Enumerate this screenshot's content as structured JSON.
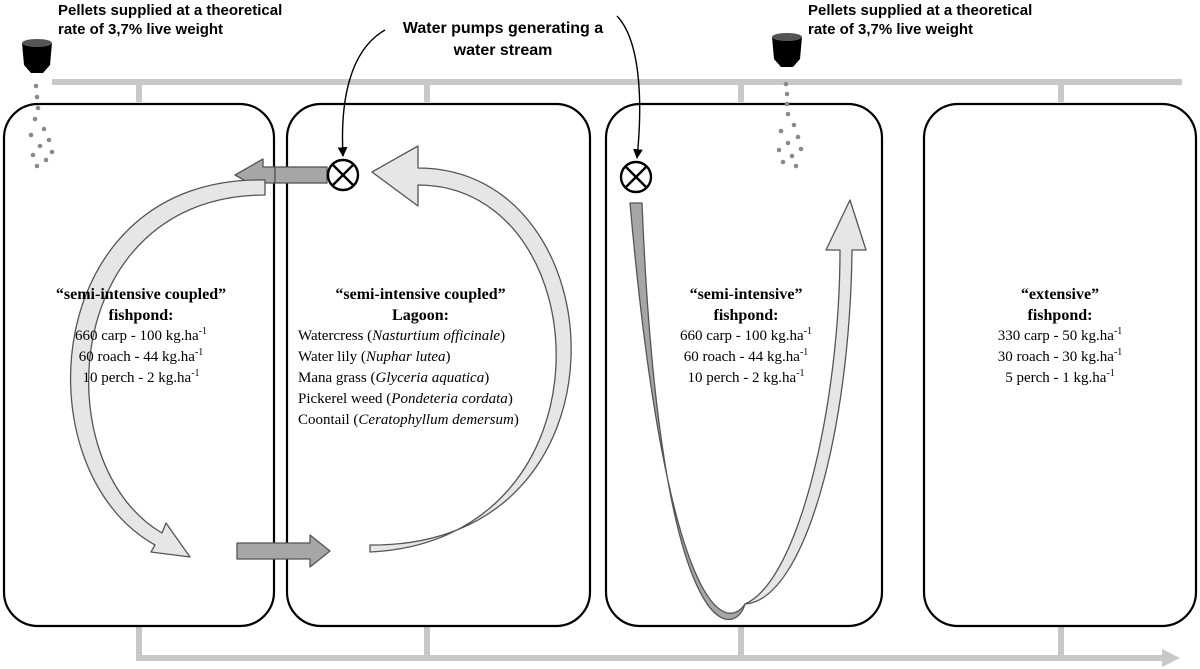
{
  "labels": {
    "pellets_left_line1": "Pellets supplied at a theoretical",
    "pellets_left_line2": "rate of 3,7% live weight",
    "pellets_right_line1": "Pellets supplied at a theoretical",
    "pellets_right_line2": "rate of 3,7% live weight",
    "pumps_line1": "Water pumps generating a",
    "pumps_line2": "water stream"
  },
  "ponds": {
    "coupled_fishpond": {
      "title": "“semi-intensive coupled”",
      "subtitle": "fishpond:",
      "rows": [
        {
          "text": "660 carp - 100 kg.ha",
          "exp": "-1"
        },
        {
          "text": "60 roach - 44 kg.ha",
          "exp": "-1"
        },
        {
          "text": "10 perch - 2 kg.ha",
          "exp": "-1"
        }
      ]
    },
    "lagoon": {
      "title": "“semi-intensive coupled”",
      "subtitle": "Lagoon:",
      "plants": [
        {
          "name": "Watercress (",
          "latin": "Nasturtium officinale",
          "close": ")"
        },
        {
          "name": "Water lily (",
          "latin": "Nuphar lutea",
          "close": ")"
        },
        {
          "name": "Mana grass (",
          "latin": "Glyceria aquatica",
          "close": ")"
        },
        {
          "name": "Pickerel weed (",
          "latin": "Pondeteria cordata",
          "close": ")"
        },
        {
          "name": "Coontail (",
          "latin": "Ceratophyllum demersum",
          "close": ")"
        }
      ]
    },
    "semi_intensive": {
      "title": "“semi-intensive”",
      "subtitle": "fishpond:",
      "rows": [
        {
          "text": "660 carp - 100 kg.ha",
          "exp": "-1"
        },
        {
          "text": "60 roach - 44 kg.ha",
          "exp": "-1"
        },
        {
          "text": "10 perch - 2 kg.ha",
          "exp": "-1"
        }
      ]
    },
    "extensive": {
      "title": "“extensive”",
      "subtitle": "fishpond:",
      "rows": [
        {
          "text": "330 carp - 50 kg.ha",
          "exp": "-1"
        },
        {
          "text": "30 roach - 30 kg.ha",
          "exp": "-1"
        },
        {
          "text": "5 perch - 1 kg.ha",
          "exp": "-1"
        }
      ]
    }
  },
  "colors": {
    "pipe": "#c8c8c8",
    "arrow_dark": "#a6a6a6",
    "arrow_light": "#e6e6e6",
    "pellet": "#8a8a8a"
  }
}
